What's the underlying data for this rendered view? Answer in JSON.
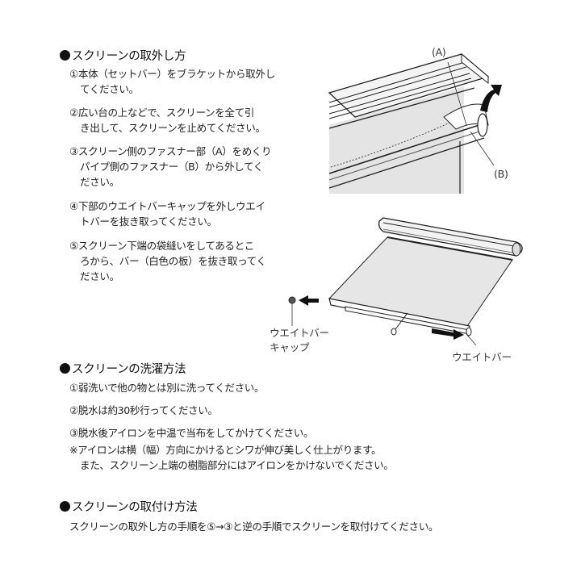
{
  "removal": {
    "heading": "スクリーンの取外し方",
    "steps": [
      {
        "line1": "①本体（セットバー）をブラケットから取外し",
        "line2": "てください。"
      },
      {
        "line1": "②広い台の上などで、スクリーンを全て引",
        "line2": "き出して、スクリーンを止めてください。"
      },
      {
        "line1": "③スクリーン側のファスナー部（A）をめくり",
        "line2": "パイプ側のファスナー（B）から外してく",
        "line3": "ださい。"
      },
      {
        "line1": "④下部のウエイトバーキャップを外しウエイ",
        "line2": "トバーを抜き取ってください。"
      },
      {
        "line1": "⑤スクリーン下端の袋縫いをしてあるとこ",
        "line2": "ろから、バー（白色の板）を抜き取ってく",
        "line3": "ださい。"
      }
    ]
  },
  "washing": {
    "heading": "スクリーンの洗濯方法",
    "steps": [
      "①弱洗いで他の物とは別に洗ってください。",
      "②脱水は約30秒行ってください。",
      "③脱水後アイロンを中温で当布をしてかけてください。"
    ],
    "note": {
      "line1": "※アイロンは横（幅）方向にかけるとシワが伸び美しく仕上がります。",
      "line2": "また、スクリーン上端の樹脂部分にはアイロンをかけないでください。"
    }
  },
  "installation": {
    "heading": "スクリーンの取付け方法",
    "text": "スクリーンの取外し方の手順を⑤→③と逆の手順でスクリーンを取付けてください。"
  },
  "figure1": {
    "label_a": "(A)",
    "label_b": "(B)"
  },
  "figure2": {
    "label_cap_line1": "ウエイトバー",
    "label_cap_line2": "キャップ",
    "label_weightbar": "ウエイトバー"
  },
  "colors": {
    "text": "#1a1a1a",
    "screen_fill": "#e6e6e6",
    "line": "#222222"
  }
}
